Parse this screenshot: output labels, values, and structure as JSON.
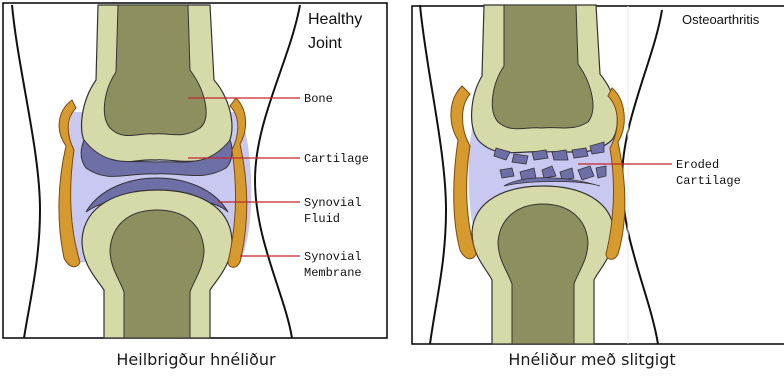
{
  "left_panel": {
    "title_line1": "Healthy",
    "title_line2": "Joint",
    "labels": {
      "bone": "Bone",
      "cartilage": "Cartilage",
      "synovial_fluid_line1": "Synovial",
      "synovial_fluid_line2": "Fluid",
      "synovial_membrane_line1": "Synovial",
      "synovial_membrane_line2": "Membrane"
    },
    "caption": "Heilbrigður hnéliður"
  },
  "right_panel": {
    "title": "Osteoarthritis",
    "labels": {
      "eroded_line1": "Eroded",
      "eroded_line2": "Cartilage"
    },
    "caption": "Hnéliður með slitgigt"
  },
  "colors": {
    "bone_outer": "#d6d9a8",
    "bone_inner": "#8e8f5e",
    "cartilage": "#6f6fa8",
    "synovial_fluid": "#c9c8f0",
    "membrane": "#d79a2e",
    "leader_line": "#c0272d"
  }
}
